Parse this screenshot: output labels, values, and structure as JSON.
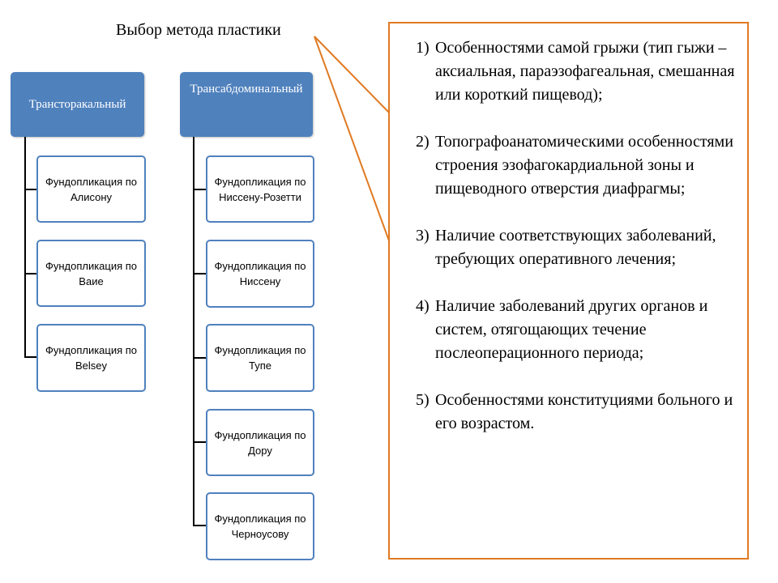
{
  "title": "Выбор метода пластики",
  "colors": {
    "header_fill": "#4f81bd",
    "child_border": "#4f81bd",
    "callout_border": "#e07a22"
  },
  "left_branch": {
    "header": "Трансторакальный",
    "children": [
      "Фундопликация по Алисону",
      "Фундопликация по Baиe",
      "Фундопликация по Belsey"
    ]
  },
  "right_branch": {
    "header": "Трансабдоминальный",
    "children": [
      "Фундопликация по Ниссену-Розетти",
      "Фундопликация по Ниссену",
      "Фундопликация по Тупе",
      "Фундопликация по Дору",
      "Фундопликация по Черноусову"
    ]
  },
  "criteria": [
    {
      "num": "1)",
      "text": "Особенностями самой грыжи (тип гыжи – аксиальная, параэзофагеальная, смешанная или короткий пищевод);"
    },
    {
      "num": "2)",
      "text": "Топографоанатомическими особенностями строения эзофагокардиальной зоны и пищеводного отверстия диафрагмы;"
    },
    {
      "num": "3)",
      "text": "Наличие соответствующих заболеваний, требующих оперативного лечения;"
    },
    {
      "num": "4)",
      "text": "Наличие заболеваний других органов и систем, отягощающих течение послеоперационного периода;"
    },
    {
      "num": "5)",
      "text": "Особенностями конституциями больного и его возрастом."
    }
  ]
}
